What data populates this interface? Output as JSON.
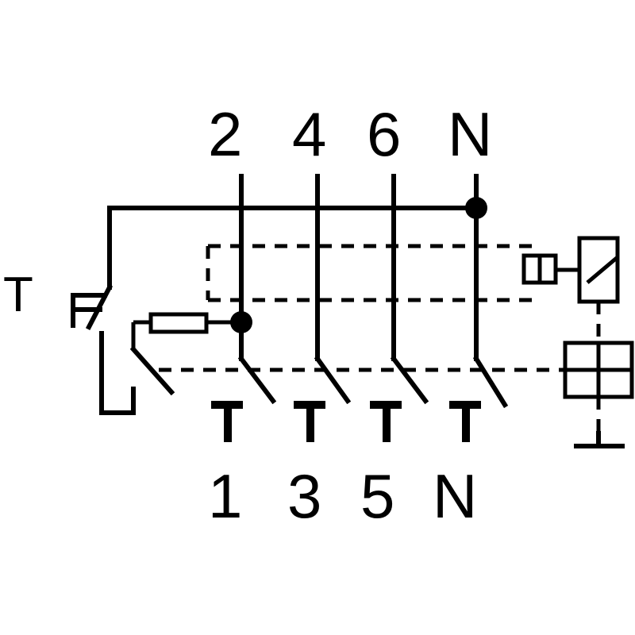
{
  "diagram": {
    "top_terminals": [
      "2",
      "4",
      "6",
      "N"
    ],
    "bottom_terminals": [
      "1",
      "3",
      "5",
      "N"
    ],
    "test_button_label": "T"
  },
  "colors": {
    "line": "#000000",
    "background": "#ffffff"
  }
}
